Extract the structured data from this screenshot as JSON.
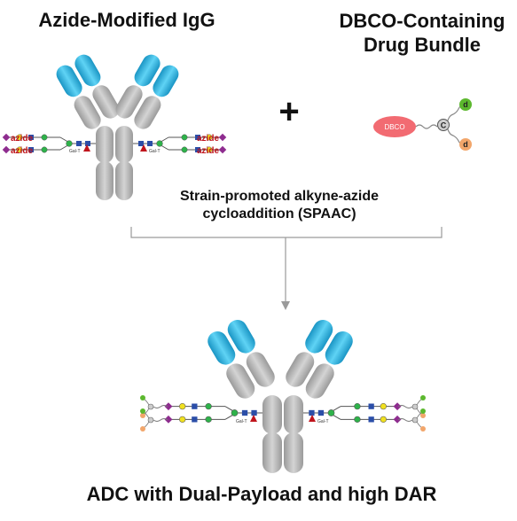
{
  "titles": {
    "left": "Azide-Modified IgG",
    "right_line1": "DBCO-Containing",
    "right_line2": "Drug Bundle",
    "plus": "+",
    "reaction_line1": "Strain-promoted alkyne-azide",
    "reaction_line2": "cycloaddition (SPAAC)",
    "result": "ADC with Dual-Payload and high DAR"
  },
  "labels": {
    "azide": "azide",
    "dbco": "DBCO",
    "core": "C",
    "payload": "d",
    "enzyme": "Gal-T"
  },
  "colors": {
    "fab_tip": "#29b6e6",
    "antibody_gray": "#bdbdbd",
    "azide_text": "#c0141c",
    "dbco_fill": "#f26b72",
    "payload_green": "#5cb82e",
    "payload_orange": "#f2a66b",
    "linker_gray": "#888888",
    "arrow_gray": "#9a9a9a",
    "glycan_green": "#2eb24a",
    "glycan_yellow": "#f0e020",
    "glycan_blue": "#2b4ea8",
    "glycan_purple": "#8e2c8f"
  }
}
